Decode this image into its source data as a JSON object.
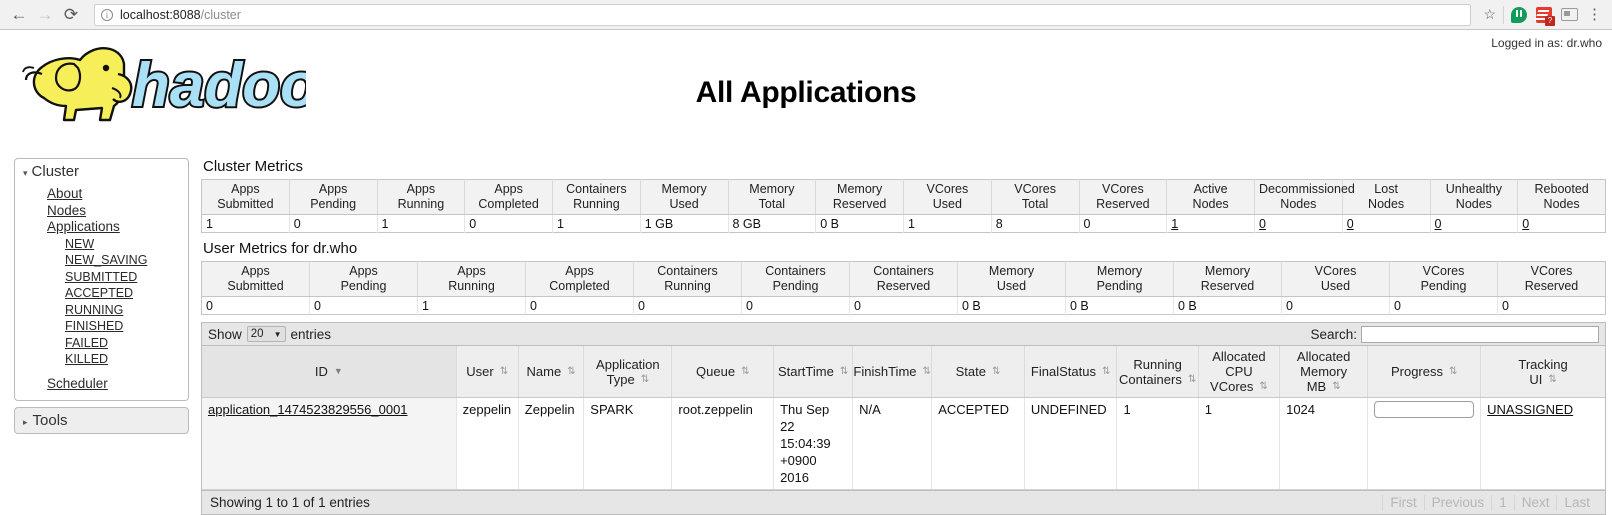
{
  "browser": {
    "back_icon": "back-arrow-icon",
    "forward_icon": "forward-arrow-icon",
    "reload_icon": "reload-icon",
    "url_host": "localhost:8088",
    "url_path": "/cluster",
    "star_glyph": "☆",
    "kebab_glyph": "⋮",
    "ext_question": "?"
  },
  "page": {
    "logged_in": "Logged in as: dr.who",
    "title": "All Applications",
    "logo_text": "hadoop"
  },
  "sidebar": {
    "cluster_label": "Cluster",
    "caret_down": "▾",
    "caret_right": "▸",
    "tools_label": "Tools",
    "links": [
      {
        "label": "About",
        "sub": false
      },
      {
        "label": "Nodes",
        "sub": false
      },
      {
        "label": "Applications",
        "sub": false
      },
      {
        "label": "NEW",
        "sub": true
      },
      {
        "label": "NEW_SAVING",
        "sub": true
      },
      {
        "label": "SUBMITTED",
        "sub": true
      },
      {
        "label": "ACCEPTED",
        "sub": true
      },
      {
        "label": "RUNNING",
        "sub": true
      },
      {
        "label": "FINISHED",
        "sub": true
      },
      {
        "label": "FAILED",
        "sub": true
      },
      {
        "label": "KILLED",
        "sub": true
      },
      {
        "label": "Scheduler",
        "sub": false
      }
    ]
  },
  "cluster_metrics": {
    "title": "Cluster Metrics",
    "columns": [
      "Apps Submitted",
      "Apps Pending",
      "Apps Running",
      "Apps Completed",
      "Containers Running",
      "Memory Used",
      "Memory Total",
      "Memory Reserved",
      "VCores Used",
      "VCores Total",
      "VCores Reserved",
      "Active Nodes",
      "Decommissioned Nodes",
      "Lost Nodes",
      "Unhealthy Nodes",
      "Rebooted Nodes"
    ],
    "values": [
      "1",
      "0",
      "1",
      "0",
      "1",
      "1 GB",
      "8 GB",
      "0 B",
      "1",
      "8",
      "0",
      "1",
      "0",
      "0",
      "0",
      "0"
    ],
    "link_flags": [
      false,
      false,
      false,
      false,
      false,
      false,
      false,
      false,
      false,
      false,
      false,
      true,
      true,
      true,
      true,
      true
    ]
  },
  "user_metrics": {
    "title": "User Metrics for dr.who",
    "columns": [
      "Apps Submitted",
      "Apps Pending",
      "Apps Running",
      "Apps Completed",
      "Containers Running",
      "Containers Pending",
      "Containers Reserved",
      "Memory Used",
      "Memory Pending",
      "Memory Reserved",
      "VCores Used",
      "VCores Pending",
      "VCores Reserved"
    ],
    "values": [
      "0",
      "0",
      "1",
      "0",
      "0",
      "0",
      "0",
      "0 B",
      "0 B",
      "0 B",
      "0",
      "0",
      "0"
    ]
  },
  "datatable": {
    "show_label": "Show",
    "entries_label": "entries",
    "page_length": "20",
    "search_label": "Search:",
    "search_value": "",
    "search_placeholder": "",
    "info": "Showing 1 to 1 of 1 entries",
    "pager": [
      "First",
      "Previous",
      "1",
      "Next",
      "Last"
    ],
    "columns": [
      {
        "label": "ID",
        "sort": "desc"
      },
      {
        "label": "User",
        "sort": "both"
      },
      {
        "label": "Name",
        "sort": "both"
      },
      {
        "label": "Application Type",
        "sort": "both"
      },
      {
        "label": "Queue",
        "sort": "both"
      },
      {
        "label": "StartTime",
        "sort": "both"
      },
      {
        "label": "FinishTime",
        "sort": "both"
      },
      {
        "label": "State",
        "sort": "both"
      },
      {
        "label": "FinalStatus",
        "sort": "both"
      },
      {
        "label": "Running Containers",
        "sort": "both"
      },
      {
        "label": "Allocated CPU VCores",
        "sort": "both"
      },
      {
        "label": "Allocated Memory MB",
        "sort": "both"
      },
      {
        "label": "Progress",
        "sort": "both"
      },
      {
        "label": "Tracking UI",
        "sort": "both"
      }
    ],
    "rows": [
      {
        "id": "application_1474523829556_0001",
        "user": "zeppelin",
        "name": "Zeppelin",
        "application_type": "SPARK",
        "queue": "root.zeppelin",
        "start_time": "Thu Sep 22 15:04:39 +0900 2016",
        "finish_time": "N/A",
        "state": "ACCEPTED",
        "final_status": "UNDEFINED",
        "running_containers": "1",
        "allocated_cpu_vcores": "1",
        "allocated_memory_mb": "1024",
        "progress": "0",
        "tracking_ui": "UNASSIGNED"
      }
    ]
  },
  "colors": {
    "logo_yellow": "#f7ef5a",
    "logo_blue": "#a9e0f5",
    "accent_link": "#111111",
    "header_bg": "#eeeeee"
  }
}
